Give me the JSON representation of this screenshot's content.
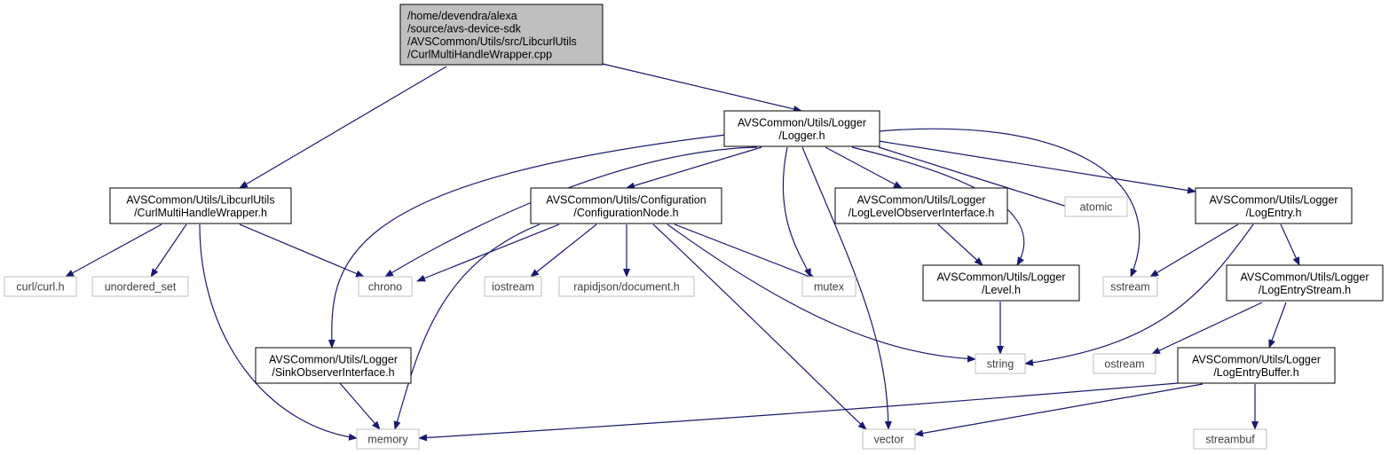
{
  "colors": {
    "edge": "#191970",
    "root_fill": "#bfbfbf",
    "node_border": "#000000",
    "external_border": "#bfbfbf",
    "external_text": "#404040"
  },
  "nodes": {
    "root": {
      "lines": [
        "/home/devendra/alexa",
        "/source/avs-device-sdk",
        "/AVSCommon/Utils/src/LibcurlUtils",
        "/CurlMultiHandleWrapper.cpp"
      ]
    },
    "logger": {
      "lines": [
        "AVSCommon/Utils/Logger",
        "/Logger.h"
      ]
    },
    "curlwrap": {
      "lines": [
        "AVSCommon/Utils/LibcurlUtils",
        "/CurlMultiHandleWrapper.h"
      ]
    },
    "confnode": {
      "lines": [
        "AVSCommon/Utils/Configuration",
        "/ConfigurationNode.h"
      ]
    },
    "loglevelobs": {
      "lines": [
        "AVSCommon/Utils/Logger",
        "/LogLevelObserverInterface.h"
      ]
    },
    "logentry": {
      "lines": [
        "AVSCommon/Utils/Logger",
        "/LogEntry.h"
      ]
    },
    "level": {
      "lines": [
        "AVSCommon/Utils/Logger",
        "/Level.h"
      ]
    },
    "logentrystream": {
      "lines": [
        "AVSCommon/Utils/Logger",
        "/LogEntryStream.h"
      ]
    },
    "sinkobs": {
      "lines": [
        "AVSCommon/Utils/Logger",
        "/SinkObserverInterface.h"
      ]
    },
    "logentrybuffer": {
      "lines": [
        "AVSCommon/Utils/Logger",
        "/LogEntryBuffer.h"
      ]
    },
    "atomic": {
      "lines": [
        "atomic"
      ]
    },
    "curl": {
      "lines": [
        "curl/curl.h"
      ]
    },
    "unordered_set": {
      "lines": [
        "unordered_set"
      ]
    },
    "chrono": {
      "lines": [
        "chrono"
      ]
    },
    "iostream": {
      "lines": [
        "iostream"
      ]
    },
    "rapidjson": {
      "lines": [
        "rapidjson/document.h"
      ]
    },
    "mutex": {
      "lines": [
        "mutex"
      ]
    },
    "sstream": {
      "lines": [
        "sstream"
      ]
    },
    "string": {
      "lines": [
        "string"
      ]
    },
    "ostream": {
      "lines": [
        "ostream"
      ]
    },
    "memory": {
      "lines": [
        "memory"
      ]
    },
    "vector": {
      "lines": [
        "vector"
      ]
    },
    "streambuf": {
      "lines": [
        "streambuf"
      ]
    }
  },
  "edges": [
    [
      "root",
      "curlwrap"
    ],
    [
      "root",
      "logger"
    ],
    [
      "logger",
      "chrono"
    ],
    [
      "logger",
      "sinkobs"
    ],
    [
      "logger",
      "confnode"
    ],
    [
      "logger",
      "mutex"
    ],
    [
      "logger",
      "vector"
    ],
    [
      "logger",
      "loglevelobs"
    ],
    [
      "logger",
      "level"
    ],
    [
      "logger",
      "atomic"
    ],
    [
      "logger",
      "logentry"
    ],
    [
      "logger",
      "sstream"
    ],
    [
      "curlwrap",
      "curl"
    ],
    [
      "curlwrap",
      "unordered_set"
    ],
    [
      "curlwrap",
      "chrono"
    ],
    [
      "curlwrap",
      "memory"
    ],
    [
      "confnode",
      "chrono"
    ],
    [
      "confnode",
      "memory"
    ],
    [
      "confnode",
      "iostream"
    ],
    [
      "confnode",
      "rapidjson"
    ],
    [
      "confnode",
      "mutex"
    ],
    [
      "confnode",
      "string"
    ],
    [
      "confnode",
      "vector"
    ],
    [
      "loglevelobs",
      "level"
    ],
    [
      "level",
      "string"
    ],
    [
      "logentry",
      "sstream"
    ],
    [
      "logentry",
      "string"
    ],
    [
      "logentry",
      "logentrystream"
    ],
    [
      "logentrystream",
      "ostream"
    ],
    [
      "logentrystream",
      "logentrybuffer"
    ],
    [
      "logentrybuffer",
      "memory"
    ],
    [
      "logentrybuffer",
      "vector"
    ],
    [
      "logentrybuffer",
      "streambuf"
    ],
    [
      "sinkobs",
      "memory"
    ]
  ]
}
